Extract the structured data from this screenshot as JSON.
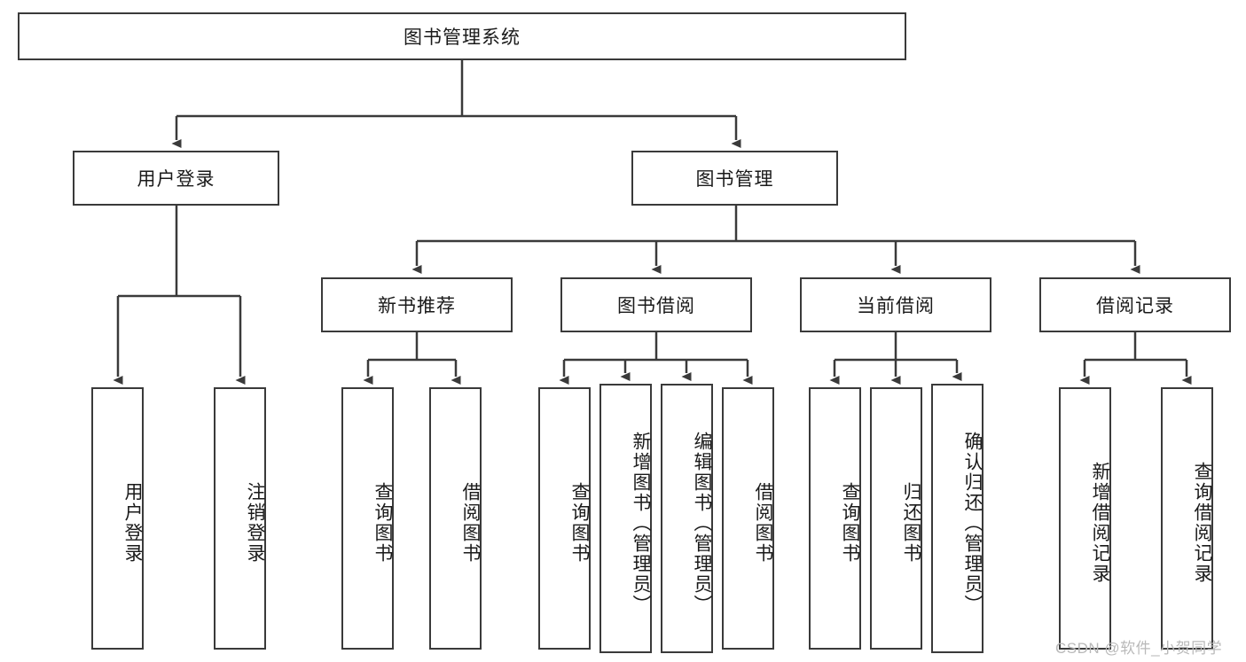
{
  "diagram": {
    "title": "图书管理系统",
    "type": "tree-hierarchy",
    "root": {
      "label": "图书管理系统",
      "orientation": "horizontal"
    },
    "level2": [
      {
        "label": "用户登录",
        "orientation": "horizontal"
      },
      {
        "label": "图书管理",
        "orientation": "horizontal"
      }
    ],
    "level3": [
      {
        "label": "新书推荐",
        "orientation": "horizontal",
        "parent": "图书管理"
      },
      {
        "label": "图书借阅",
        "orientation": "horizontal",
        "parent": "图书管理"
      },
      {
        "label": "当前借阅",
        "orientation": "horizontal",
        "parent": "图书管理"
      },
      {
        "label": "借阅记录",
        "orientation": "horizontal",
        "parent": "图书管理"
      }
    ],
    "leaves": [
      {
        "label": "用户登录",
        "orientation": "vertical",
        "parent": "用户登录"
      },
      {
        "label": "注销登录",
        "orientation": "vertical",
        "parent": "用户登录"
      },
      {
        "label": "查询图书",
        "orientation": "vertical",
        "parent": "新书推荐"
      },
      {
        "label": "借阅图书",
        "orientation": "vertical",
        "parent": "新书推荐"
      },
      {
        "label": "查询图书",
        "orientation": "vertical",
        "parent": "图书借阅"
      },
      {
        "label": "新增图书（管理员）",
        "orientation": "vertical",
        "parent": "图书借阅"
      },
      {
        "label": "编辑图书（管理员）",
        "orientation": "vertical",
        "parent": "图书借阅"
      },
      {
        "label": "借阅图书",
        "orientation": "vertical",
        "parent": "图书借阅"
      },
      {
        "label": "查询图书",
        "orientation": "vertical",
        "parent": "当前借阅"
      },
      {
        "label": "归还图书",
        "orientation": "vertical",
        "parent": "当前借阅"
      },
      {
        "label": "确认归还（管理员）",
        "orientation": "vertical",
        "parent": "当前借阅"
      },
      {
        "label": "新增借阅记录",
        "orientation": "vertical",
        "parent": "借阅记录"
      },
      {
        "label": "查询借阅记录",
        "orientation": "vertical",
        "parent": "借阅记录"
      }
    ],
    "colors": {
      "box_border": "#3a3a3a",
      "box_fill": "#ffffff",
      "edge": "#3a3a3a",
      "text": "#1a1a1a",
      "watermark": "#b9b9b9",
      "background": "#ffffff"
    }
  },
  "watermark": {
    "text": "CSDN @软件_小贺同学"
  }
}
